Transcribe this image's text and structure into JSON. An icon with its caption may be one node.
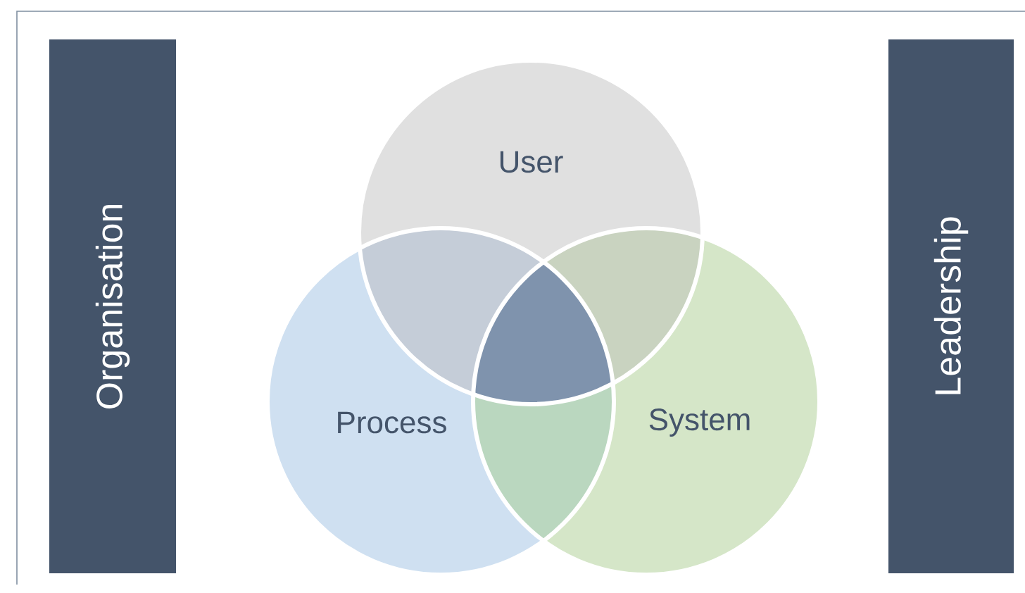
{
  "diagram": {
    "nodes": [
      {
        "text": [
          "Organisation"
        ]
      },
      {
        "text": [
          "User"
        ]
      },
      {
        "text": [
          "Process"
        ]
      },
      {
        "text": [
          "System"
        ]
      },
      {
        "text": [
          "Leadership"
        ]
      }
    ]
  }
}
